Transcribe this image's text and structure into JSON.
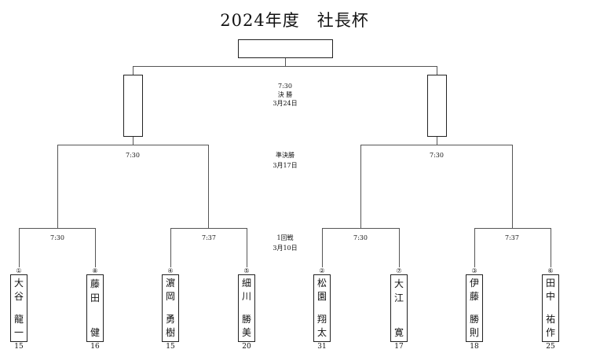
{
  "title": "2024年度　社長杯",
  "rounds": {
    "final": {
      "time": "7:30",
      "label": "決 勝",
      "date": "3月24日"
    },
    "semi": {
      "label": "準決勝",
      "date": "3月17日",
      "left_time": "7:30",
      "right_time": "7:30"
    },
    "first": {
      "label": "1回戦",
      "date": "3月10日"
    }
  },
  "first_round_times": [
    "7:30",
    "7:37",
    "7:30",
    "7:37"
  ],
  "players": [
    {
      "seed": "①",
      "chars": [
        "大",
        "谷",
        "",
        "龍",
        "一"
      ],
      "score": "15"
    },
    {
      "seed": "⑧",
      "chars": [
        "藤",
        "田",
        "",
        "",
        "健"
      ],
      "score": "16"
    },
    {
      "seed": "④",
      "chars": [
        "濵",
        "岡",
        "",
        "勇",
        "樹"
      ],
      "score": "15"
    },
    {
      "seed": "⑤",
      "chars": [
        "細",
        "川",
        "",
        "勝",
        "美"
      ],
      "score": "20"
    },
    {
      "seed": "②",
      "chars": [
        "松",
        "園",
        "",
        "翔",
        "太"
      ],
      "score": "31"
    },
    {
      "seed": "⑦",
      "chars": [
        "大",
        "江",
        "",
        "",
        "寛"
      ],
      "score": "17"
    },
    {
      "seed": "③",
      "chars": [
        "伊",
        "藤",
        "",
        "勝",
        "則"
      ],
      "score": "18"
    },
    {
      "seed": "⑥",
      "chars": [
        "田",
        "中",
        "",
        "祐",
        "作"
      ],
      "score": "25"
    }
  ]
}
